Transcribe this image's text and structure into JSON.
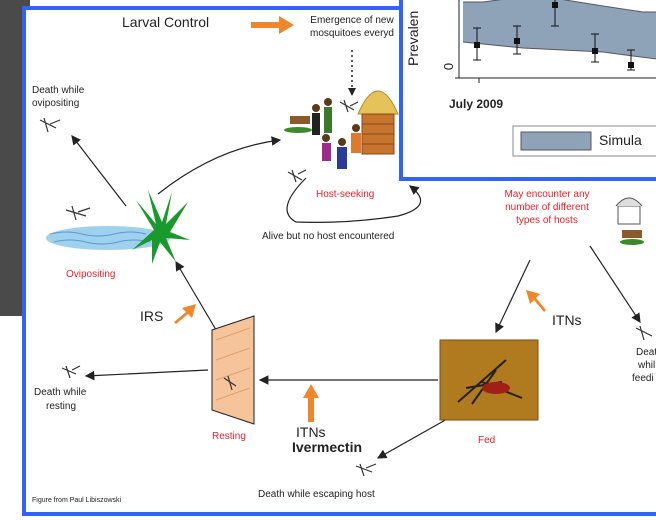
{
  "diagram": {
    "larval_control": "Larval Control",
    "emergence_line1": "Emergence of new",
    "emergence_line2": "mosquitoes everyd",
    "death_ovipositing_1": "Death while",
    "death_ovipositing_2": "ovipositing",
    "host_seeking": "Host-seeking",
    "alive_no_host": "Alive but no host encountered",
    "ovipositing": "Ovipositing",
    "irs": "IRS",
    "itns_right": "ITNs",
    "may_encounter_1": "May encounter any",
    "may_encounter_2": "number of different",
    "may_encounter_3": "types of hosts",
    "death_resting_1": "Death while",
    "death_resting_2": "resting",
    "resting": "Resting",
    "itns_bottom": "ITNs",
    "ivermectin": "Ivermectin",
    "fed": "Fed",
    "death_feeding_1": "Deat",
    "death_feeding_2": "whil",
    "death_feeding_3": "feedi",
    "death_escaping": "Death while escaping host",
    "credit": "Figure from Paul Libiszowski"
  },
  "inset_chart": {
    "ylabel": "Prevalen",
    "ytick_zero": "0",
    "xtick": "July 2009",
    "legend_label": "Simula"
  },
  "colors": {
    "frame_blue": "#2f62ff",
    "orange_arrow": "#f0862a",
    "red_text": "#e8202a",
    "band": "#8fa3b8"
  }
}
